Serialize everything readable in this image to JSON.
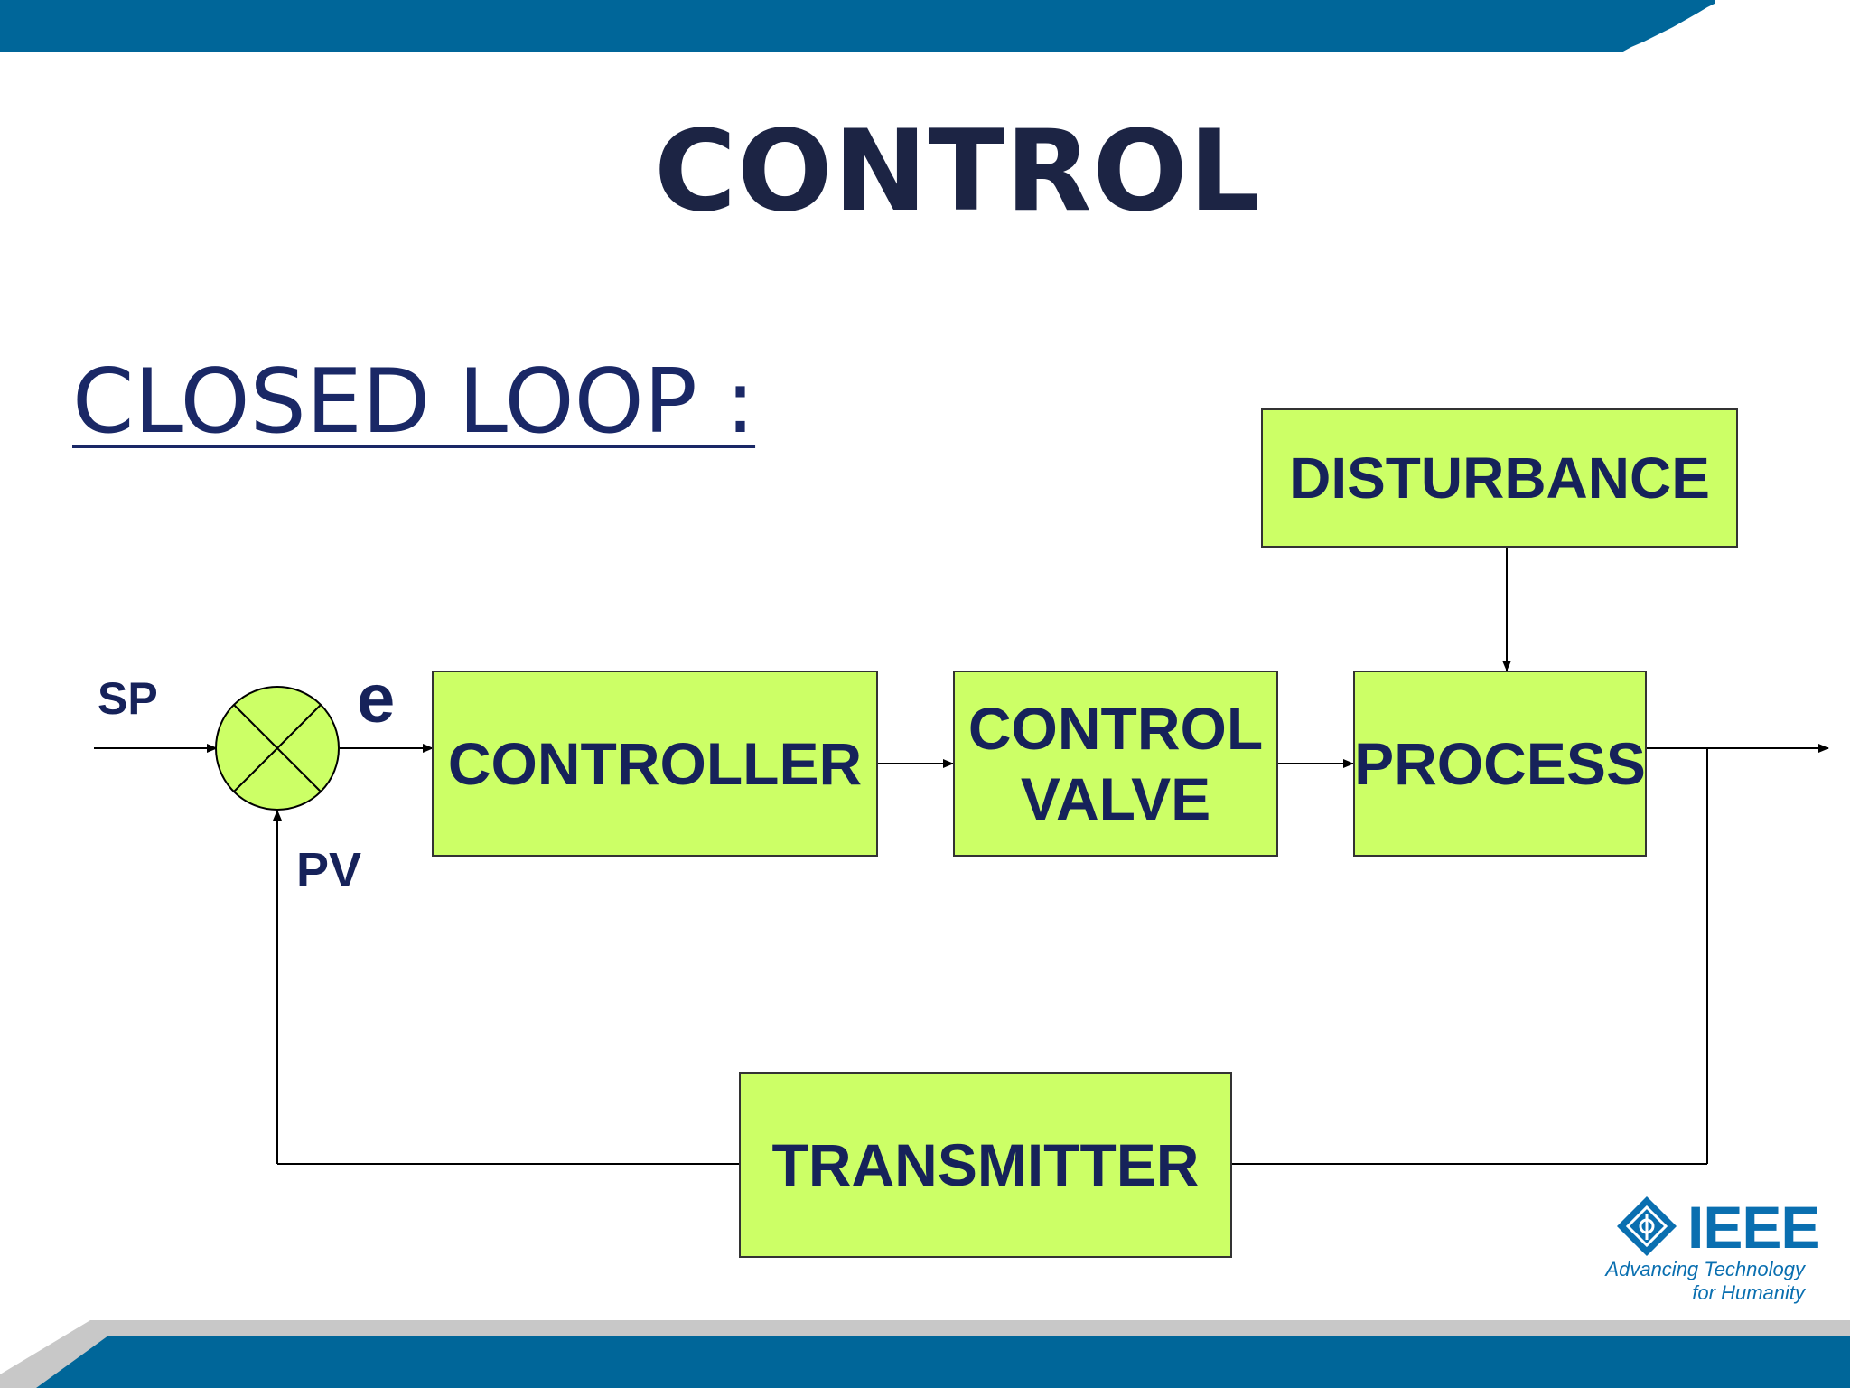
{
  "slide": {
    "title": "CONTROL",
    "subtitle": "CLOSED LOOP :"
  },
  "diagram": {
    "blocks": {
      "disturbance": "DISTURBANCE",
      "controller": "CONTROLLER",
      "control_valve": "CONTROL\nVALVE",
      "process": "PROCESS",
      "transmitter": "TRANSMITTER"
    },
    "signals": {
      "setpoint": "SP",
      "error": "e",
      "process_variable": "PV"
    },
    "colors": {
      "block_fill": "#ccff66",
      "text": "#16225a",
      "banner": "#006699"
    }
  },
  "logo": {
    "wordmark": "IEEE",
    "tagline_line1": "Advancing Technology",
    "tagline_line2": "for Humanity"
  }
}
